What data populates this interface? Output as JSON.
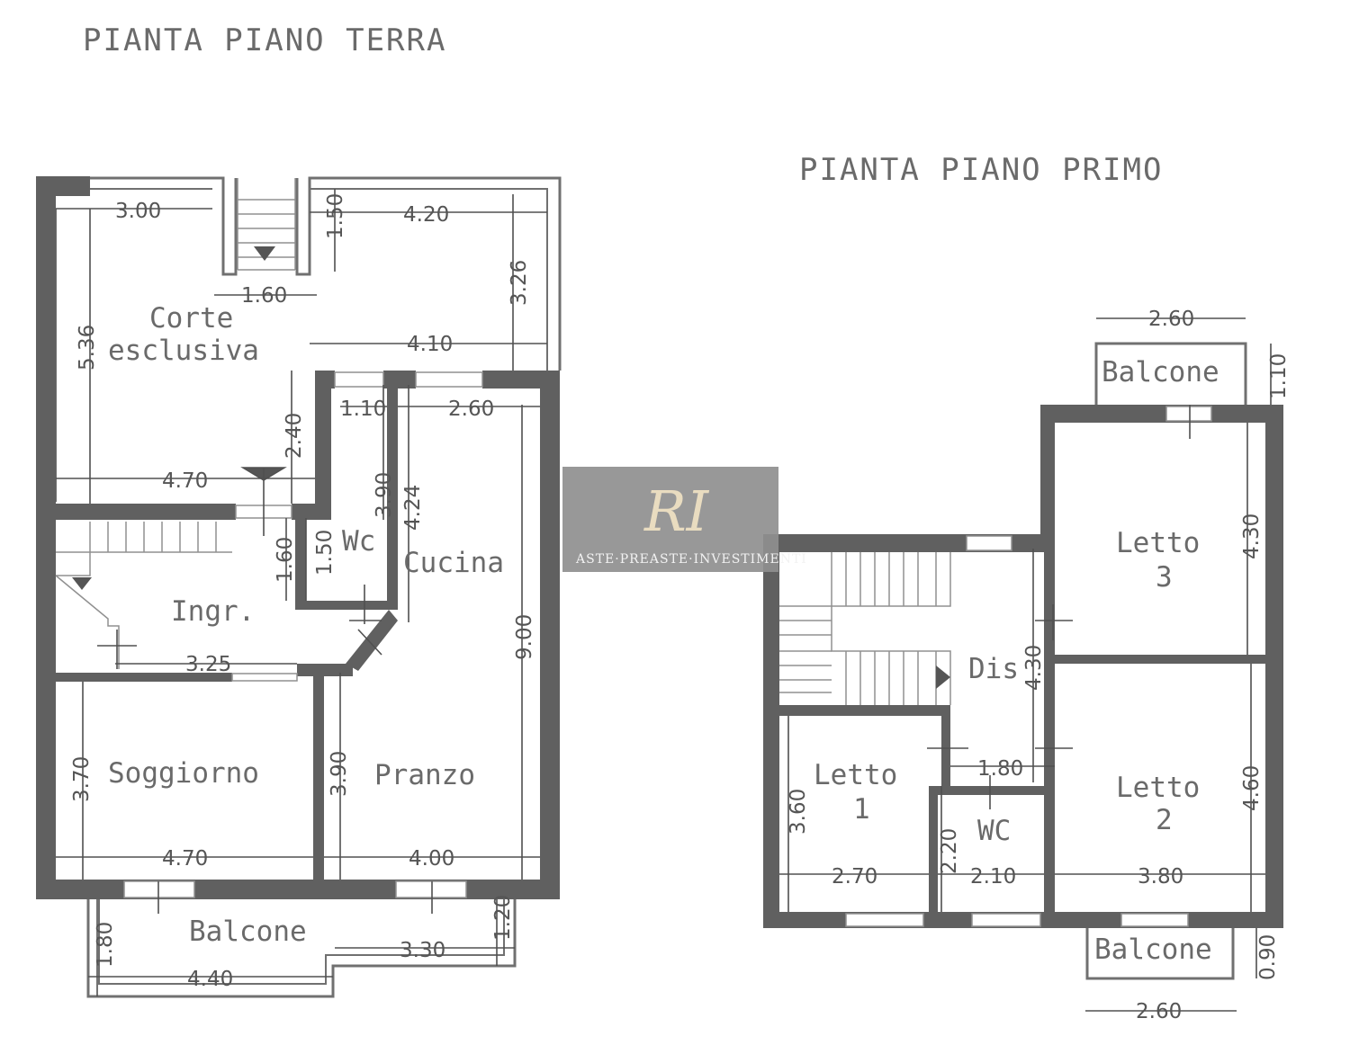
{
  "titles": {
    "ground": "PIANTA PIANO TERRA",
    "first": "PIANTA PIANO PRIMO"
  },
  "ground_floor": {
    "rooms": {
      "corte": "Corte",
      "esclusiva": "esclusiva",
      "ingr": "Ingr.",
      "wc": "Wc",
      "cucina": "Cucina",
      "soggiorno": "Soggiorno",
      "pranzo": "Pranzo",
      "balcone": "Balcone"
    },
    "dims": {
      "d300": "3.00",
      "d420": "4.20",
      "d150a": "1.50",
      "d326": "3.26",
      "d160a": "1.60",
      "d536": "5.36",
      "d410": "4.10",
      "d110": "1.10",
      "d260": "2.60",
      "d240": "2.40",
      "d470a": "4.70",
      "d390a": "3.90",
      "d424": "4.24",
      "d160b": "1.60",
      "d150b": "1.50",
      "d325": "3.25",
      "d900": "9.00",
      "d370": "3.70",
      "d390b": "3.90",
      "d470b": "4.70",
      "d400": "4.00",
      "d180": "1.80",
      "d120": "1.20",
      "d330": "3.30",
      "d440": "4.40"
    }
  },
  "first_floor": {
    "rooms": {
      "balcone_top": "Balcone",
      "letto3a": "Letto",
      "letto3b": "3",
      "dis": "Dis",
      "letto1a": "Letto",
      "letto1b": "1",
      "wc": "WC",
      "letto2a": "Letto",
      "letto2b": "2",
      "balcone_bottom": "Balcone"
    },
    "dims": {
      "d260top": "2.60",
      "d110": "1.10",
      "d430a": "4.30",
      "d430b": "4.30",
      "d180": "1.80",
      "d460": "4.60",
      "d360": "3.60",
      "d220": "2.20",
      "d270": "2.70",
      "d210": "2.10",
      "d380": "3.80",
      "d090": "0.90",
      "d260bot": "2.60"
    }
  },
  "watermark": {
    "mark": "RI",
    "text": "ASTE·PREASTE·INVESTIMENTI"
  }
}
